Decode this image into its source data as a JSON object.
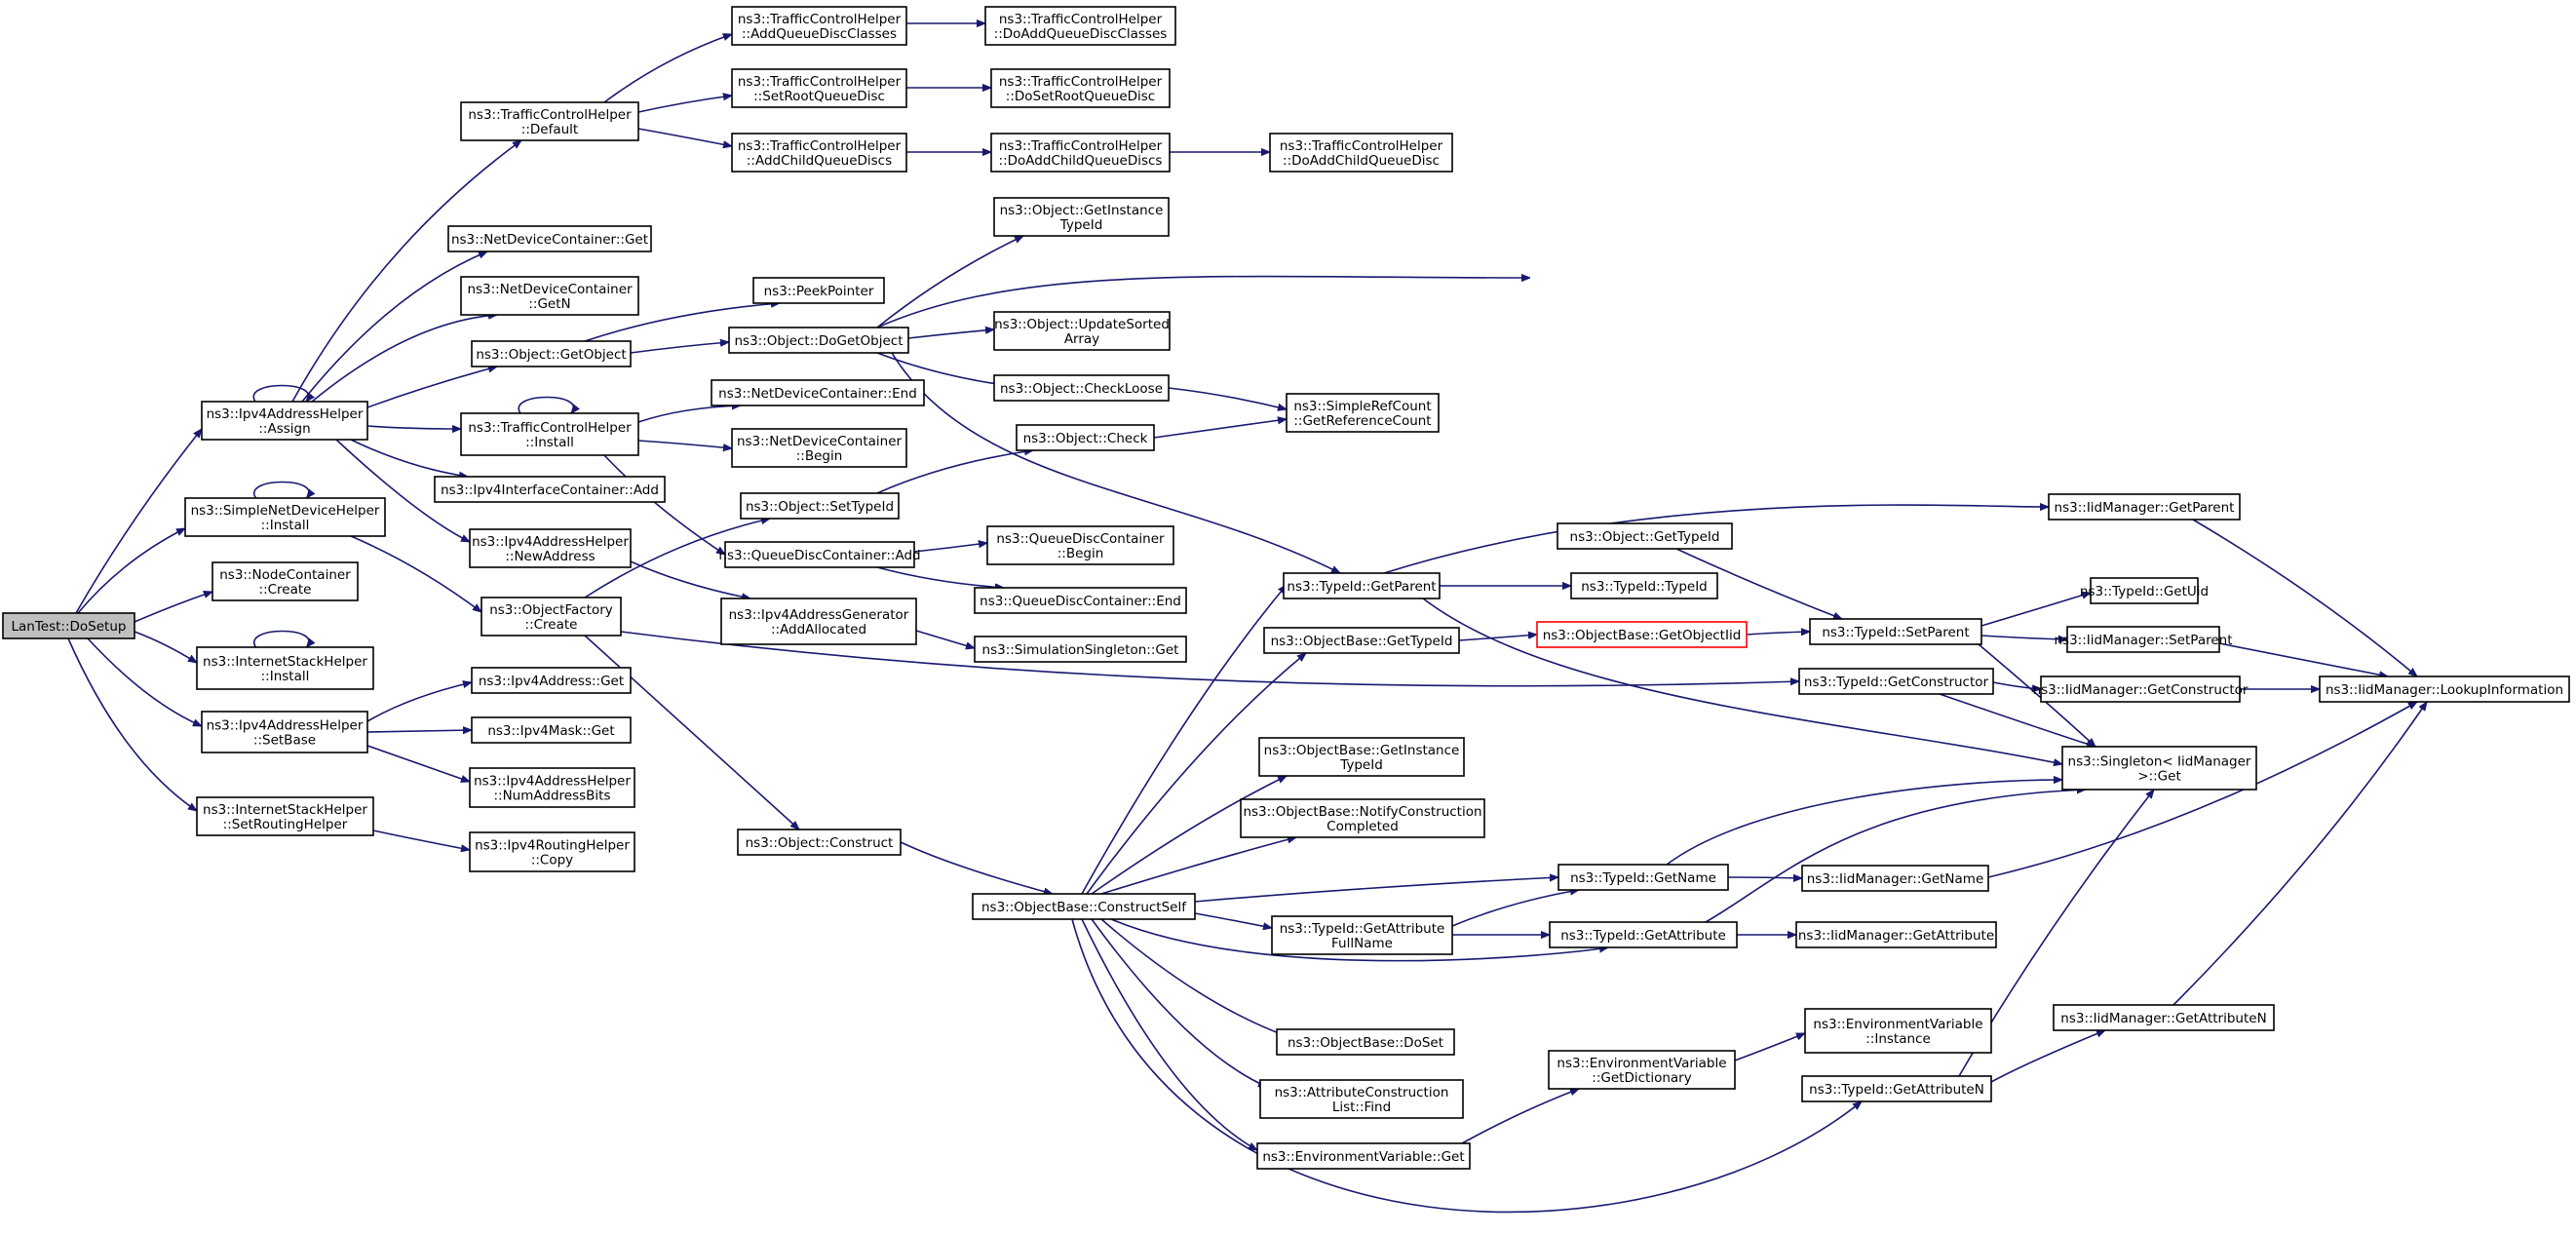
{
  "colors": {
    "edge": "#191970",
    "root_fill": "#bfbfbf",
    "highlight_border": "#ff0000"
  },
  "nodes": {
    "dosetup": [
      "LanTest::DoSetup"
    ],
    "ipv4ah_assign": [
      "ns3::Ipv4AddressHelper",
      "::Assign"
    ],
    "simplendh_install": [
      "ns3::SimpleNetDeviceHelper",
      "::Install"
    ],
    "nodecont_create": [
      "ns3::NodeContainer",
      "::Create"
    ],
    "ish_install": [
      "ns3::InternetStackHelper",
      "::Install"
    ],
    "ipv4ah_setbase": [
      "ns3::Ipv4AddressHelper",
      "::SetBase"
    ],
    "ish_setrouting": [
      "ns3::InternetStackHelper",
      "::SetRoutingHelper"
    ],
    "tch_default": [
      "ns3::TrafficControlHelper",
      "::Default"
    ],
    "ndc_get": [
      "ns3::NetDeviceContainer::Get"
    ],
    "ndc_getn": [
      "ns3::NetDeviceContainer",
      "::GetN"
    ],
    "obj_getobject": [
      "ns3::Object::GetObject"
    ],
    "tch_install": [
      "ns3::TrafficControlHelper",
      "::Install"
    ],
    "ipv4ic_add": [
      "ns3::Ipv4InterfaceContainer::Add"
    ],
    "ipv4ah_newaddress": [
      "ns3::Ipv4AddressHelper",
      "::NewAddress"
    ],
    "objfactory_create": [
      "ns3::ObjectFactory",
      "::Create"
    ],
    "ipv4addr_get": [
      "ns3::Ipv4Address::Get"
    ],
    "ipv4mask_get": [
      "ns3::Ipv4Mask::Get"
    ],
    "ipv4ah_numaddrbits": [
      "ns3::Ipv4AddressHelper",
      "::NumAddressBits"
    ],
    "ipv4rh_copy": [
      "ns3::Ipv4RoutingHelper",
      "::Copy"
    ],
    "tch_addqdc": [
      "ns3::TrafficControlHelper",
      "::AddQueueDiscClasses"
    ],
    "tch_setroot": [
      "ns3::TrafficControlHelper",
      "::SetRootQueueDisc"
    ],
    "tch_addchild": [
      "ns3::TrafficControlHelper",
      "::AddChildQueueDiscs"
    ],
    "peekpointer": [
      "ns3::PeekPointer"
    ],
    "obj_dogetobject": [
      "ns3::Object::DoGetObject"
    ],
    "ndc_end": [
      "ns3::NetDeviceContainer::End"
    ],
    "ndc_begin": [
      "ns3::NetDeviceContainer",
      "::Begin"
    ],
    "obj_settypeid": [
      "ns3::Object::SetTypeId"
    ],
    "qdc_add": [
      "ns3::QueueDiscContainer::Add"
    ],
    "ipv4ag_addalloc": [
      "ns3::Ipv4AddressGenerator",
      "::AddAllocated"
    ],
    "obj_construct": [
      "ns3::Object::Construct"
    ],
    "tch_doaddqdc": [
      "ns3::TrafficControlHelper",
      "::DoAddQueueDiscClasses"
    ],
    "tch_dosetroot": [
      "ns3::TrafficControlHelper",
      "::DoSetRootQueueDisc"
    ],
    "tch_doaddchildqdcs": [
      "ns3::TrafficControlHelper",
      "::DoAddChildQueueDiscs"
    ],
    "tch_doaddchildqdc": [
      "ns3::TrafficControlHelper",
      "::DoAddChildQueueDisc"
    ],
    "obj_getinstancetypeid": [
      "ns3::Object::GetInstance",
      "TypeId"
    ],
    "obj_updatesorted": [
      "ns3::Object::UpdateSorted",
      "Array"
    ],
    "obj_checkloose": [
      "ns3::Object::CheckLoose"
    ],
    "obj_check": [
      "ns3::Object::Check"
    ],
    "qdc_begin": [
      "ns3::QueueDiscContainer",
      "::Begin"
    ],
    "qdc_end": [
      "ns3::QueueDiscContainer::End"
    ],
    "simsingleton_get": [
      "ns3::SimulationSingleton::Get"
    ],
    "objbase_constructself": [
      "ns3::ObjectBase::ConstructSelf"
    ],
    "simplerefcount": [
      "ns3::SimpleRefCount",
      "::GetReferenceCount"
    ],
    "typeid_getparent": [
      "ns3::TypeId::GetParent"
    ],
    "objbase_gettypeid": [
      "ns3::ObjectBase::GetTypeId"
    ],
    "objbase_getinstancetypeid": [
      "ns3::ObjectBase::GetInstance",
      "TypeId"
    ],
    "objbase_notifyconstruction": [
      "ns3::ObjectBase::NotifyConstruction",
      "Completed"
    ],
    "typeid_getattributefullname": [
      "ns3::TypeId::GetAttribute",
      "FullName"
    ],
    "objbase_doset": [
      "ns3::ObjectBase::DoSet"
    ],
    "attrconstructionlist_find": [
      "ns3::AttributeConstruction",
      "List::Find"
    ],
    "envvar_get": [
      "ns3::EnvironmentVariable::Get"
    ],
    "obj_gettypeid": [
      "ns3::Object::GetTypeId"
    ],
    "typeid_typeid": [
      "ns3::TypeId::TypeId"
    ],
    "objbase_getobjectiid": [
      "ns3::ObjectBase::GetObjectIid"
    ],
    "typeid_getname": [
      "ns3::TypeId::GetName"
    ],
    "typeid_getattribute": [
      "ns3::TypeId::GetAttribute"
    ],
    "envvar_getdictionary": [
      "ns3::EnvironmentVariable",
      "::GetDictionary"
    ],
    "iidmgr_getparent": [
      "ns3::IidManager::GetParent"
    ],
    "typeid_setparent": [
      "ns3::TypeId::SetParent"
    ],
    "typeid_getconstructor": [
      "ns3::TypeId::GetConstructor"
    ],
    "iidmgr_getname": [
      "ns3::IidManager::GetName"
    ],
    "iidmgr_getattribute": [
      "ns3::IidManager::GetAttribute"
    ],
    "envvar_instance": [
      "ns3::EnvironmentVariable",
      "::Instance"
    ],
    "typeid_getattributen": [
      "ns3::TypeId::GetAttributeN"
    ],
    "typeid_getuid": [
      "ns3::TypeId::GetUid"
    ],
    "iidmgr_setparent": [
      "ns3::IidManager::SetParent"
    ],
    "iidmgr_getconstructor": [
      "ns3::IidManager::GetConstructor"
    ],
    "singleton_get": [
      "ns3::Singleton< IidManager",
      " >::Get"
    ],
    "iidmgr_getattributen": [
      "ns3::IidManager::GetAttributeN"
    ],
    "iidmgr_lookupinfo": [
      "ns3::IidManager::LookupInformation"
    ]
  }
}
